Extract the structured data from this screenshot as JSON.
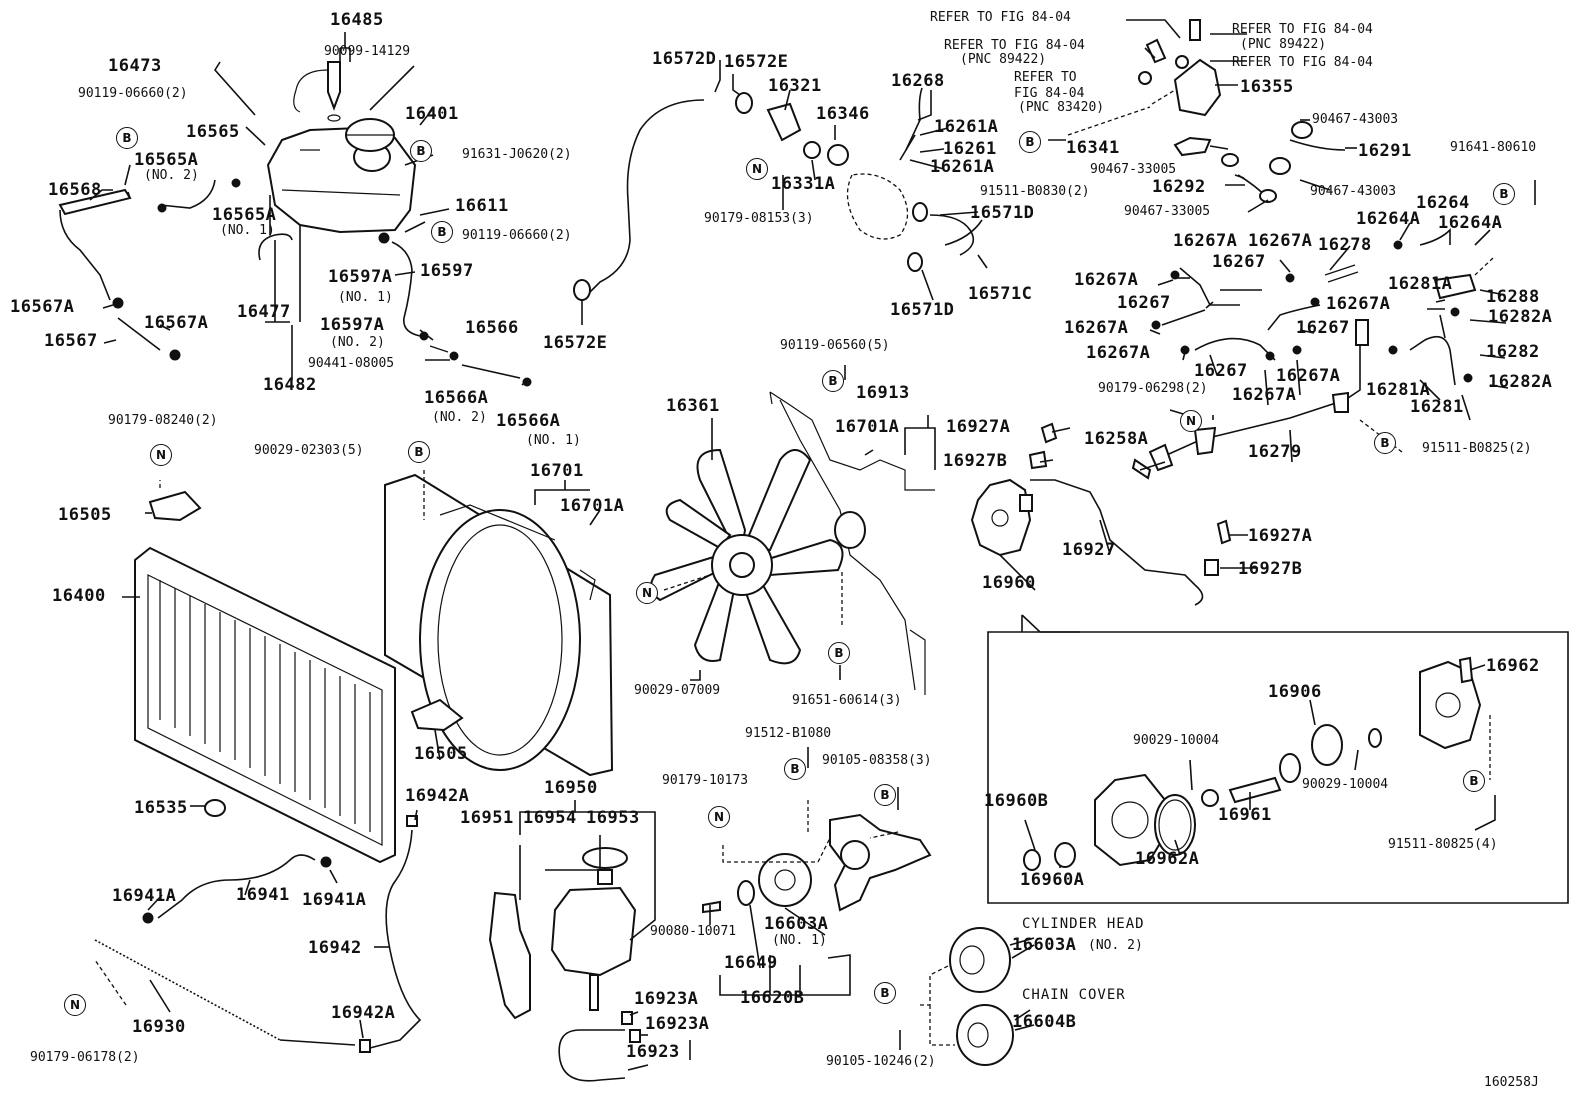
{
  "diagram": {
    "figure_code": "160258J",
    "badge_letters": {
      "b": "B",
      "n": "N"
    },
    "refers": {
      "r1": "REFER TO FIG 84-04",
      "r2a": "REFER TO FIG 84-04",
      "r2b": "(PNC 89422)",
      "r3a": "REFER TO",
      "r3b": "FIG 84-04",
      "r3c": "(PNC 83420)",
      "r4a": "REFER TO FIG 84-04",
      "r4b": "(PNC 89422)",
      "r5": "REFER TO FIG 84-04"
    },
    "notes": {
      "cylinder_head": "CYLINDER HEAD",
      "chain_cover": "CHAIN COVER"
    },
    "labels": {
      "l16485": "16485",
      "l90099_14129": "90099-14129",
      "l16473": "16473",
      "l90119_06660_2": "90119-06660(2)",
      "l16401": "16401",
      "l16565": "16565",
      "l16565A_a": "16565A",
      "no2_a": "(NO. 2)",
      "l16565A_b": "16565A",
      "no1_a": "(NO. 1)",
      "l16568": "16568",
      "l91631_J0620": "91631-J0620(2)",
      "l16611": "16611",
      "l90119_06660_2b": "90119-06660(2)",
      "l16597": "16597",
      "l16597A_a": "16597A",
      "no1_b": "(NO. 1)",
      "l16477": "16477",
      "l16567A_a": "16567A",
      "l16567A_b": "16567A",
      "l16567": "16567",
      "l16597A_b": "16597A",
      "no2_b": "(NO. 2)",
      "l16566": "16566",
      "l90441_08005": "90441-08005",
      "l16482": "16482",
      "l16566A_a": "16566A",
      "no2_c": "(NO. 2)",
      "l16566A_b": "16566A",
      "no1_c": "(NO. 1)",
      "l90179_08240": "90179-08240(2)",
      "l90029_02303": "90029-02303(5)",
      "l16701": "16701",
      "l16701A_a": "16701A",
      "l16505_a": "16505",
      "l16400": "16400",
      "l16505_b": "16505",
      "l16942A_a": "16942A",
      "l16535": "16535",
      "l16941A_a": "16941A",
      "l16941": "16941",
      "l16941A_b": "16941A",
      "l16942": "16942",
      "l16930": "16930",
      "l16942A_b": "16942A",
      "l90179_06178": "90179-06178(2)",
      "l16572D": "16572D",
      "l16572E_a": "16572E",
      "l16321": "16321",
      "l16346": "16346",
      "l16331A": "16331A",
      "l90179_08153": "90179-08153(3)",
      "l16572E_b": "16572E",
      "l16268": "16268",
      "l16261A_a": "16261A",
      "l16261": "16261",
      "l16261A_b": "16261A",
      "l16571D_a": "16571D",
      "l16571C": "16571C",
      "l16571D_b": "16571D",
      "l90119_06560": "90119-06560(5)",
      "l16913": "16913",
      "l16701A_b": "16701A",
      "l16361": "16361",
      "l90029_07009": "90029-07009",
      "l91651_60614": "91651-60614(3)",
      "l16355": "16355",
      "l90467_43003_a": "90467-43003",
      "l16341": "16341",
      "l16291": "16291",
      "l90467_33005_a": "90467-33005",
      "l16292": "16292",
      "l90467_43003_b": "90467-43003",
      "l90467_33005_b": "90467-33005",
      "l91511_B0830": "91511-B0830(2)",
      "l91641_80610": "91641-80610",
      "l16264": "16264",
      "l16264A_a": "16264A",
      "l16264A_b": "16264A",
      "l16267A_a": "16267A",
      "l16267A_b": "16267A",
      "l16278": "16278",
      "l16267_a": "16267",
      "l16267A_c": "16267A",
      "l16281A_a": "16281A",
      "l16288": "16288",
      "l16267_b": "16267",
      "l16267A_d": "16267A",
      "l16282A_a": "16282A",
      "l16267A_e": "16267A",
      "l16267_c": "16267",
      "l16267A_f": "16267A",
      "l16267_d": "16267",
      "l16267A_g": "16267A",
      "l16267A_h": "16267A",
      "l16282": "16282",
      "l16282A_b": "16282A",
      "l16281A_b": "16281A",
      "l16281": "16281",
      "l90179_06298": "90179-06298(2)",
      "l16258A": "16258A",
      "l16279": "16279",
      "l91511_B0825_2": "91511-B0825(2)",
      "l16927A_a": "16927A",
      "l16927B_a": "16927B",
      "l16927": "16927",
      "l16960": "16960",
      "l16927A_b": "16927A",
      "l16927B_b": "16927B",
      "l16962": "16962",
      "l16906": "16906",
      "l90029_10004_a": "90029-10004",
      "l90029_10004_b": "90029-10004",
      "l16960B": "16960B",
      "l16961": "16961",
      "l16962A": "16962A",
      "l16960A": "16960A",
      "l91511_80825_4": "91511-80825(4)",
      "l16950": "16950",
      "l16951": "16951",
      "l16954": "16954",
      "l16953": "16953",
      "l16923A_a": "16923A",
      "l16923A_b": "16923A",
      "l16923": "16923",
      "l91512_B1080": "91512-B1080",
      "l90105_08358": "90105-08358(3)",
      "l90179_10173": "90179-10173",
      "l90080_10071": "90080-10071",
      "l16603A_a": "16603A",
      "no1_d": "(NO. 1)",
      "l16649": "16649",
      "l16620B": "16620B",
      "l16603A_b": "16603A",
      "no2_d": "(NO. 2)",
      "l16604B": "16604B",
      "l90105_10246": "90105-10246(2)"
    }
  }
}
